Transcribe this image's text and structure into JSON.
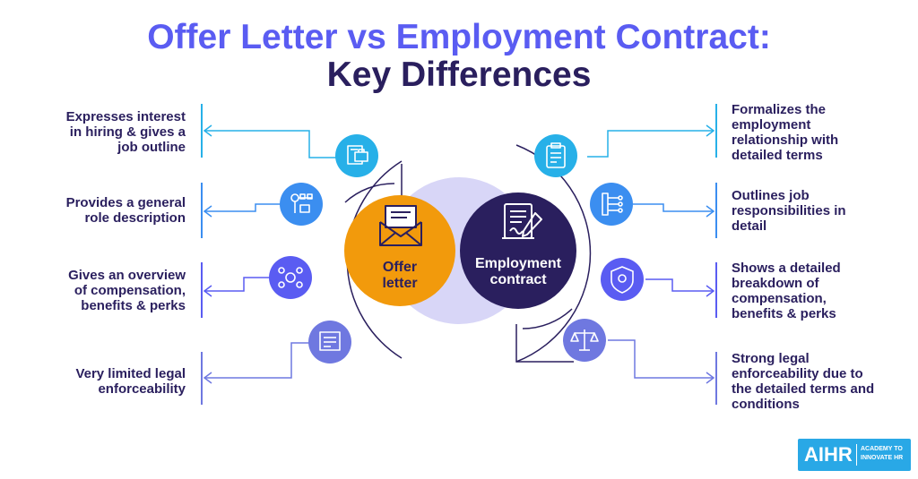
{
  "header": {
    "title_line1": "Offer Letter vs Employment Contract:",
    "title_line2": "Key Differences"
  },
  "center": {
    "offer_line1": "Offer",
    "offer_line2": "letter",
    "contract_line1": "Employment",
    "contract_line2": "contract"
  },
  "left_items": [
    {
      "line1": "Expresses interest",
      "line2": "in hiring & gives a",
      "line3": "job outline",
      "icon": "briefcase-document-icon"
    },
    {
      "line1": "Provides a general",
      "line2": "role description",
      "icon": "role-chart-icon"
    },
    {
      "line1": "Gives an overview",
      "line2": "of compensation,",
      "line3": "benefits & perks",
      "icon": "benefits-icon"
    },
    {
      "line1": "Very limited legal",
      "line2": "enforceability",
      "icon": "legal-document-icon"
    }
  ],
  "right_items": [
    {
      "line1": "Formalizes the",
      "line2": "employment",
      "line3": "relationship with",
      "line4": "detailed terms",
      "icon": "clipboard-icon"
    },
    {
      "line1": "Outlines job",
      "line2": "responsibilities in",
      "line3": "detail",
      "icon": "responsibilities-icon"
    },
    {
      "line1": "Shows a detailed",
      "line2": "breakdown of",
      "line3": "compensation,",
      "line4": "benefits & perks",
      "icon": "compensation-shield-icon"
    },
    {
      "line1": "Strong legal",
      "line2": "enforceability due to",
      "line3": "the detailed terms and",
      "line4": "conditions",
      "icon": "scales-icon"
    }
  ],
  "logo": {
    "main": "AIHR",
    "sub_line1": "ACADEMY TO",
    "sub_line2": "INNOVATE HR"
  },
  "colors": {
    "title_primary": "#5a5cf2",
    "title_dark": "#2a1f5e",
    "offer_orange": "#f29a0c",
    "contract_navy": "#2a1f5e",
    "lavender": "#d8d6f7",
    "logo_blue": "#29a8e6"
  }
}
